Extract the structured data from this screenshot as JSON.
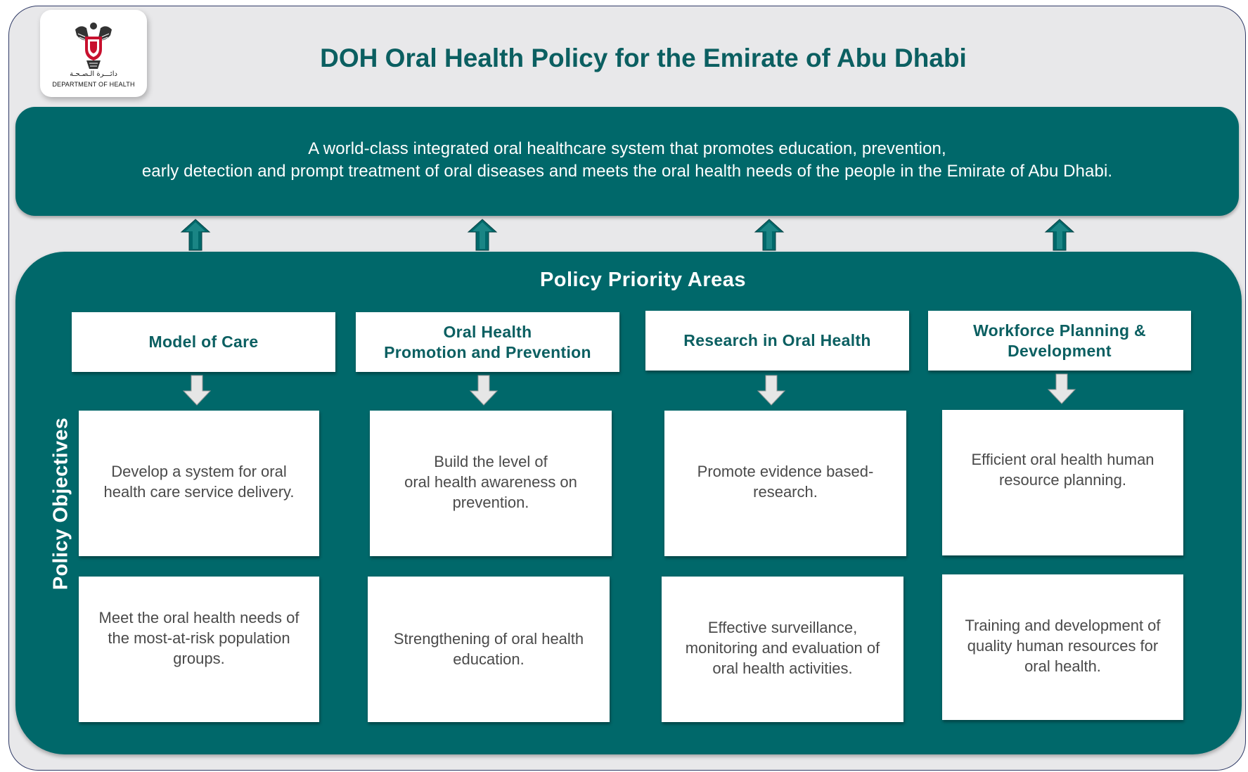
{
  "header": {
    "logo_arabic": "دائـــرة الـصـحـة",
    "logo_name": "DEPARTMENT OF HEALTH",
    "title": "DOH Oral Health Policy for the Emirate of Abu Dhabi"
  },
  "vision": {
    "line1": "A world-class integrated oral healthcare system that promotes education, prevention,",
    "line2": "early detection and prompt treatment of oral diseases and meets the oral health needs of the people in the Emirate of Abu Dhabi."
  },
  "panel": {
    "title": "Policy Priority Areas",
    "side_label": "Policy Objectives"
  },
  "areas": [
    {
      "label": "Model of Care"
    },
    {
      "label": "Oral Health\nPromotion and Prevention"
    },
    {
      "label": "Research in Oral Health"
    },
    {
      "label": "Workforce Planning &\nDevelopment"
    }
  ],
  "objectives": [
    [
      "Develop a system for oral\nhealth care service delivery.",
      "Meet the oral health needs of\nthe most-at-risk population\ngroups."
    ],
    [
      "Build the level of\noral health awareness on\nprevention.",
      "Strengthening of oral health\neducation."
    ],
    [
      "Promote evidence based-\nresearch.",
      "Effective surveillance,\nmonitoring and evaluation of\noral health activities."
    ],
    [
      "Efficient oral health human\nresource planning.",
      "Training and development of\nquality human resources for\noral health."
    ]
  ],
  "colors": {
    "teal": "#00686a",
    "title_teal": "#0b5f61",
    "background": "#e8e8ea",
    "frame_border": "#2f3a66"
  }
}
